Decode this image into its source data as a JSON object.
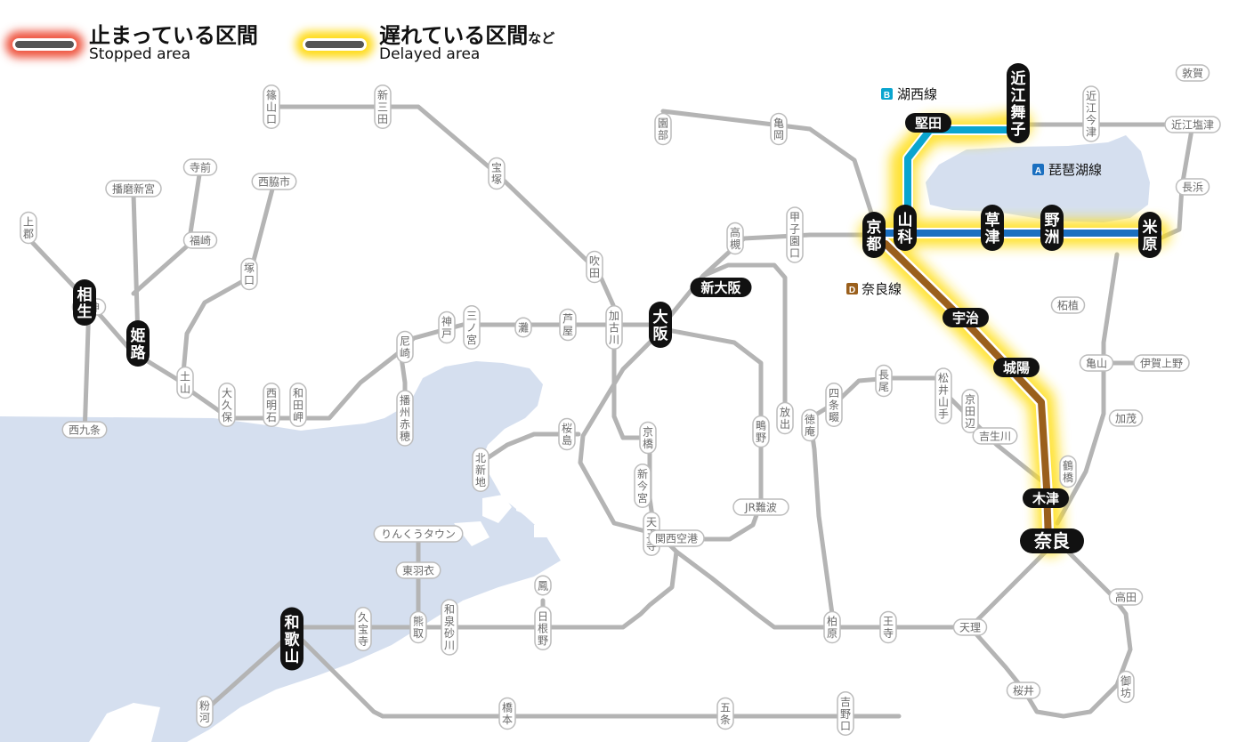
{
  "legend": {
    "stopped": {
      "ja": "止まっている区間",
      "en": "Stopped area"
    },
    "delayed": {
      "ja": "遅れている区間",
      "ja_suffix": "など",
      "en": "Delayed area"
    }
  },
  "colors": {
    "sea": "#d5dfef",
    "route": "#b4b4b4",
    "station_bg": "#ffffff",
    "station_border": "#bcbcbc",
    "station_text": "#6a6a6a",
    "major_bg": "#111111",
    "major_text": "#ffffff",
    "line_A": "#1a6fc0",
    "line_B": "#0aa5cf",
    "line_D": "#9a5f1c",
    "glow": "#ffdf1a",
    "stopped_glow": "#e8351e"
  },
  "lines": [
    {
      "badge": "A",
      "name": "琵琶湖線",
      "color": "#1a6fc0"
    },
    {
      "badge": "B",
      "name": "湖西線",
      "color": "#0aa5cf"
    },
    {
      "badge": "D",
      "name": "奈良線",
      "color": "#9a5f1c"
    }
  ],
  "stations_gray": [
    {
      "name": "篠山口",
      "v": true
    },
    {
      "name": "新三田",
      "v": true
    },
    {
      "name": "宝塚",
      "v": true
    },
    {
      "name": "園部",
      "v": true
    },
    {
      "name": "亀岡",
      "v": true
    },
    {
      "name": "敦賀",
      "v": false
    },
    {
      "name": "近江今津",
      "v": true
    },
    {
      "name": "近江塩津",
      "v": false
    },
    {
      "name": "長浜",
      "v": false
    },
    {
      "name": "寺前",
      "v": false
    },
    {
      "name": "播磨新宮",
      "v": false
    },
    {
      "name": "西脇市",
      "v": false
    },
    {
      "name": "福崎",
      "v": false
    },
    {
      "name": "上郡",
      "v": true
    },
    {
      "name": "厄神",
      "v": false
    },
    {
      "name": "塚口",
      "v": true
    },
    {
      "name": "吹田",
      "v": true
    },
    {
      "name": "高槻",
      "v": true
    },
    {
      "name": "甲子園口",
      "v": true
    },
    {
      "name": "芦屋",
      "v": true
    },
    {
      "name": "灘",
      "v": true
    },
    {
      "name": "三ノ宮",
      "v": true
    },
    {
      "name": "神戸",
      "v": true
    },
    {
      "name": "尼崎",
      "v": true
    },
    {
      "name": "加古川",
      "v": true
    },
    {
      "name": "土山",
      "v": true
    },
    {
      "name": "大久保",
      "v": true
    },
    {
      "name": "西明石",
      "v": true
    },
    {
      "name": "和田岬",
      "v": true
    },
    {
      "name": "播州赤穂",
      "v": true
    },
    {
      "name": "西九条",
      "v": false
    },
    {
      "name": "桜島",
      "v": true
    },
    {
      "name": "北新地",
      "v": true
    },
    {
      "name": "京橋",
      "v": true
    },
    {
      "name": "鴫野",
      "v": true
    },
    {
      "name": "放出",
      "v": true
    },
    {
      "name": "徳庵",
      "v": true
    },
    {
      "name": "四条畷",
      "v": true
    },
    {
      "name": "長尾",
      "v": true
    },
    {
      "name": "松井山手",
      "v": true
    },
    {
      "name": "京田辺",
      "v": true
    },
    {
      "name": "吉生川",
      "v": false
    },
    {
      "name": "柘植",
      "v": false
    },
    {
      "name": "亀山",
      "v": false
    },
    {
      "name": "伊賀上野",
      "v": false
    },
    {
      "name": "加茂",
      "v": false
    },
    {
      "name": "鶴橋",
      "v": true
    },
    {
      "name": "JR難波",
      "v": false
    },
    {
      "name": "新今宮",
      "v": true
    },
    {
      "name": "天王寺",
      "v": true
    },
    {
      "name": "関西空港",
      "v": false
    },
    {
      "name": "りんくうタウン",
      "v": false
    },
    {
      "name": "東羽衣",
      "v": false
    },
    {
      "name": "鳳",
      "v": true
    },
    {
      "name": "日根野",
      "v": true
    },
    {
      "name": "熊取",
      "v": true
    },
    {
      "name": "和泉砂川",
      "v": true
    },
    {
      "name": "久宝寺",
      "v": true
    },
    {
      "name": "柏原",
      "v": true
    },
    {
      "name": "王寺",
      "v": true
    },
    {
      "name": "天理",
      "v": false
    },
    {
      "name": "高田",
      "v": false
    },
    {
      "name": "桜井",
      "v": false
    },
    {
      "name": "御坊",
      "v": true
    },
    {
      "name": "粉河",
      "v": true
    },
    {
      "name": "橋本",
      "v": true
    },
    {
      "name": "五条",
      "v": true
    },
    {
      "name": "吉野口",
      "v": true
    }
  ],
  "stations_major": [
    "近江舞子",
    "堅田",
    "京都",
    "山科",
    "草津",
    "野洲",
    "米原",
    "宇治",
    "城陽",
    "木津",
    "奈良",
    "大阪",
    "新大阪",
    "姫路",
    "相生",
    "和歌山"
  ]
}
